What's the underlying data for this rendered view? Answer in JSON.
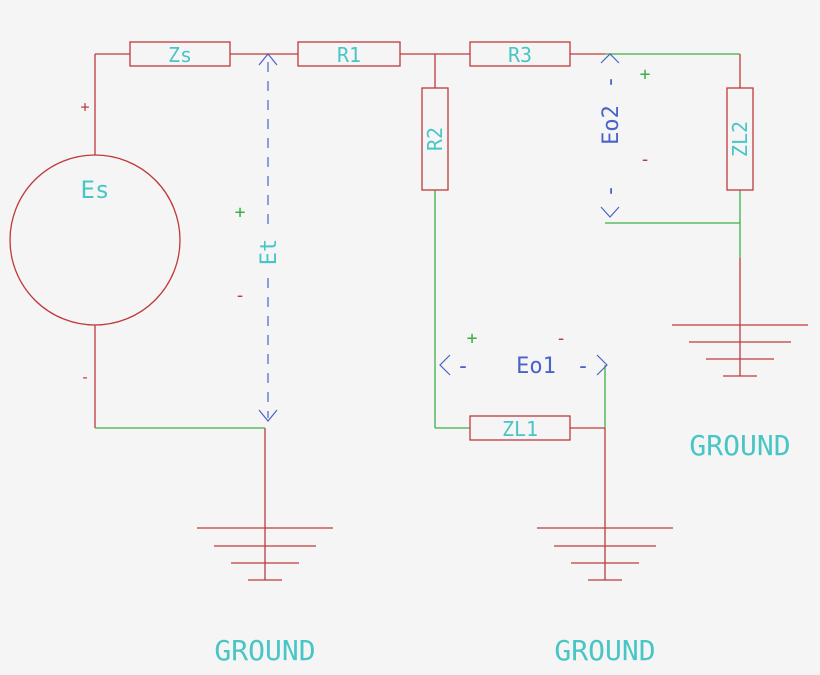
{
  "colors": {
    "background": "#f5f5f5",
    "wire_red": "#c0393b",
    "wire_green": "#3cb043",
    "label_cyan": "#48c6c6",
    "dashed_blue": "#4a63c8",
    "sign_red": "#c0393b",
    "sign_green": "#3cb043"
  },
  "components": {
    "source": "Es",
    "zs": "Zs",
    "r1": "R1",
    "r3": "R3",
    "r2": "R2",
    "zl2": "ZL2",
    "zl1": "ZL1"
  },
  "measurements": {
    "et": "Et",
    "eo1": "Eo1",
    "eo2": "Eo2"
  },
  "signs": {
    "plus": "+",
    "minus": "-"
  },
  "grounds": {
    "left": "GROUND",
    "middle": "GROUND",
    "right": "GROUND"
  }
}
